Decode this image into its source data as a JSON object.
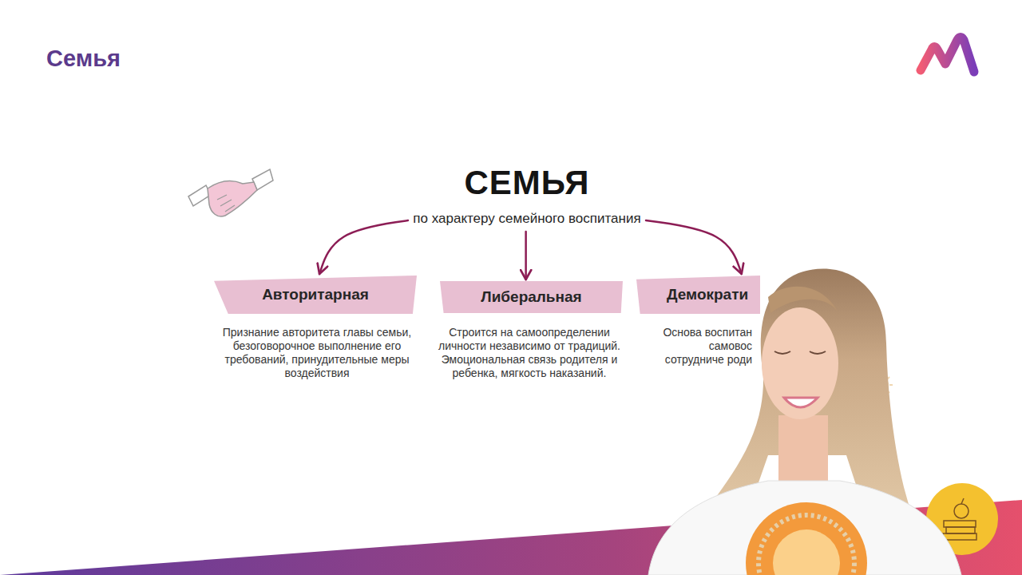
{
  "diagram": {
    "title": "Семья",
    "nodes": [
      {
        "text": [
          "СЕМЬЯ",
          "по характеру семейного воспитания"
        ]
      },
      {
        "text": [
          "Авторитарная",
          "Признание авторитета главы семьи, безоговорочное выполнение его требований, принудительные меры воздействия"
        ]
      },
      {
        "text": [
          "Либеральная",
          "Строится на самоопределении личности независимо от традиций. Эмоциональная связь родителя и ребенка, мягкость наказаний."
        ]
      },
      {
        "text": [
          "Демократи",
          "Основа воспитан самовос сотрудниче роди"
        ]
      }
    ],
    "edges": [
      {
        "from": 0,
        "to": 1,
        "arrow": "to"
      },
      {
        "from": 0,
        "to": 2,
        "arrow": "to"
      },
      {
        "from": 0,
        "to": 3,
        "arrow": "to"
      }
    ]
  }
}
